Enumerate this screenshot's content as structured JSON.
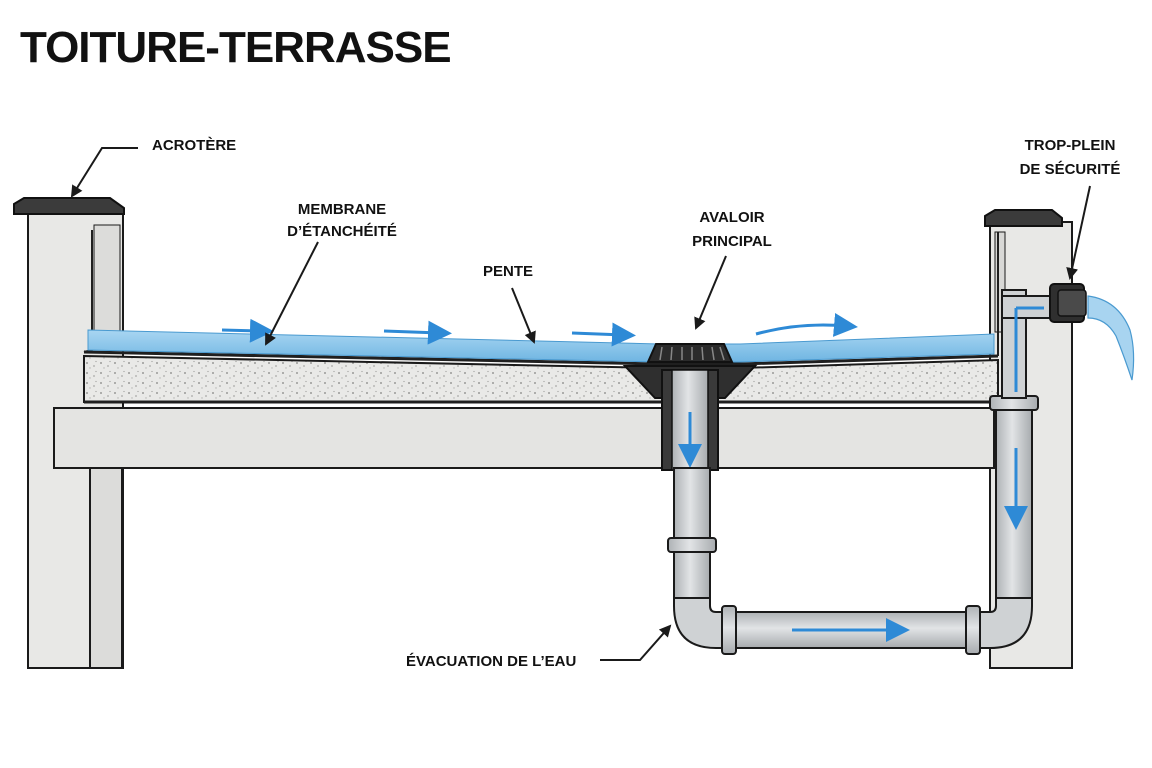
{
  "title": "TOITURE-TERRASSE",
  "labels": {
    "acrotere": "ACROTÈRE",
    "membrane_1": "MEMBRANE",
    "membrane_2": "D’ÉTANCHÉITÉ",
    "pente": "PENTE",
    "avaloir_1": "AVALOIR",
    "avaloir_2": "PRINCIPAL",
    "trop_plein_1": "TROP-PLEIN",
    "trop_plein_2": "DE SÉCURITÉ",
    "evacuation": "ÉVACUATION DE L’EAU"
  },
  "colors": {
    "water": "#8ec8ec",
    "arrow": "#2e8ad6",
    "concrete": "#e6e6e4",
    "pipe": "#cfd2d4",
    "outline": "#1a1a1a",
    "drain": "#2b2b2b"
  }
}
